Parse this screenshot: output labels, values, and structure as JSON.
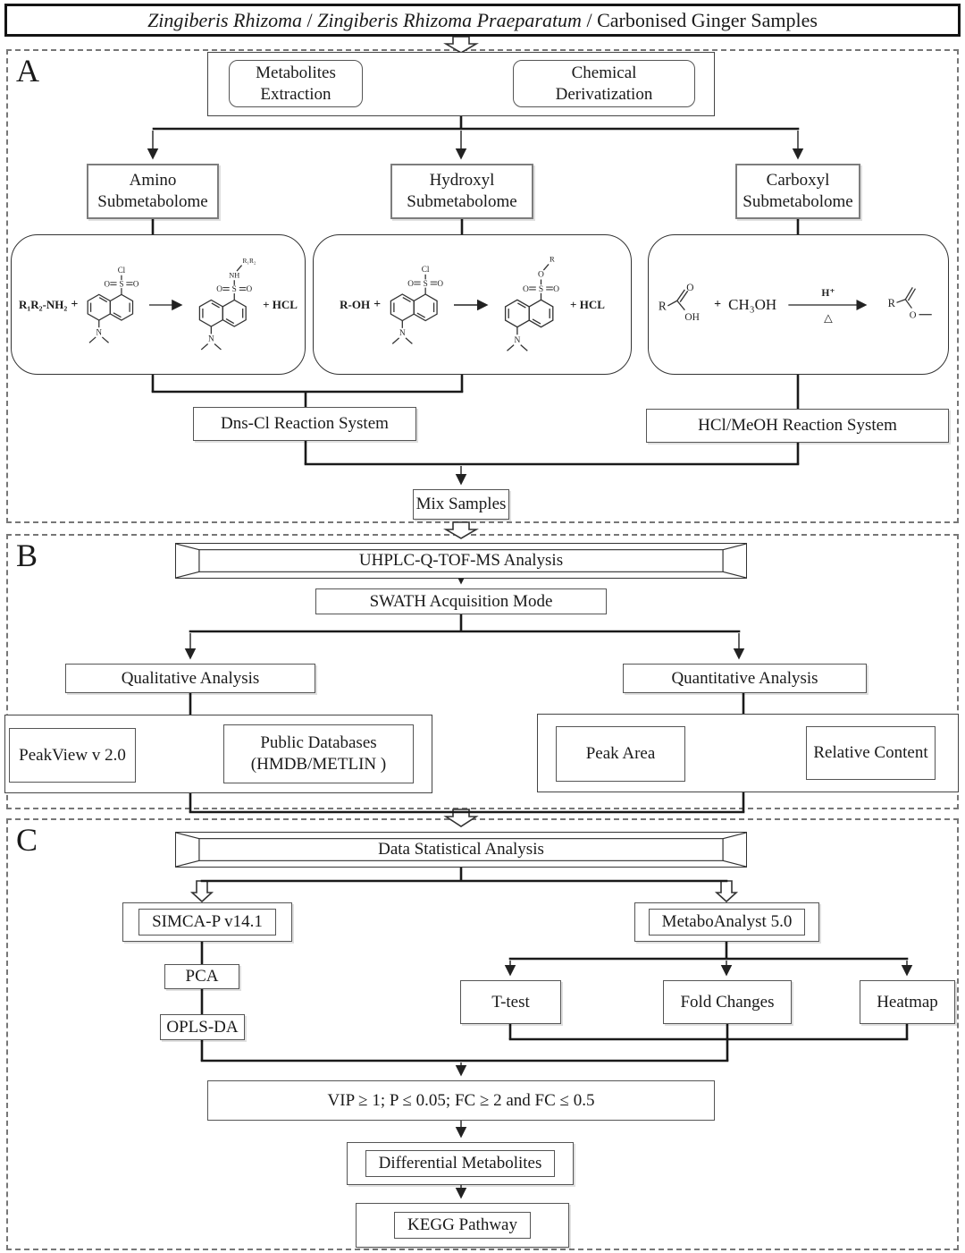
{
  "title": {
    "part1": "Zingiberis Rhizoma",
    "sep1": " / ",
    "part2": "Zingiberis Rhizoma Praeparatum",
    "sep2": " / ",
    "part3": "Carbonised Ginger Samples"
  },
  "sections": {
    "a_label": "A",
    "b_label": "B",
    "c_label": "C"
  },
  "a": {
    "metabolites_extraction": "Metabolites Extraction",
    "chemical_derivatization": "Chemical Derivatization",
    "amino": "Amino Submetabolome",
    "hydroxyl": "Hydroxyl Submetabolome",
    "carboxyl": "Carboxyl Submetabolome",
    "dns_cl": "Dns-Cl Reaction System",
    "hcl_meoh": "HCl/MeOH Reaction System",
    "mix": "Mix Samples",
    "rxn_amino": {
      "reactant": "R₁R₂-NH₂",
      "plus": "+",
      "byproduct": "+ HCL"
    },
    "rxn_hydroxyl": {
      "reactant": "R-OH",
      "plus": "+",
      "byproduct": "+ HCL"
    },
    "rxn_carboxyl": {
      "r": "R",
      "o": "O",
      "oh": "OH",
      "plus": "+",
      "methanol": "CH₃OH",
      "catalyst": "H⁺",
      "delta": "△",
      "r2": "R",
      "o2": "O"
    }
  },
  "chem": {
    "s": "S",
    "o": "O",
    "cl": "Cl",
    "n": "N",
    "nh": "NH",
    "r12": "R₁R₂",
    "r": "R"
  },
  "b": {
    "uhplc": "UHPLC-Q-TOF-MS Analysis",
    "swath": "SWATH Acquisition Mode",
    "qualitative": "Qualitative Analysis",
    "quantitative": "Quantitative Analysis",
    "peakview": "PeakView v 2.0",
    "public_db_1": "Public Databases",
    "public_db_2": "(HMDB/METLIN )",
    "peak_area": "Peak Area",
    "relative_content": "Relative Content"
  },
  "c": {
    "data_stat": "Data Statistical Analysis",
    "simca": "SIMCA-P v14.1",
    "metabo": "MetaboAnalyst 5.0",
    "pca": "PCA",
    "opls": "OPLS-DA",
    "ttest": "T-test",
    "fold": "Fold Changes",
    "heatmap": "Heatmap",
    "vip": "VIP ≥ 1; P ≤ 0.05; FC ≥ 2 and FC ≤ 0.5",
    "diff": "Differential Metabolites",
    "kegg": "KEGG Pathway"
  }
}
